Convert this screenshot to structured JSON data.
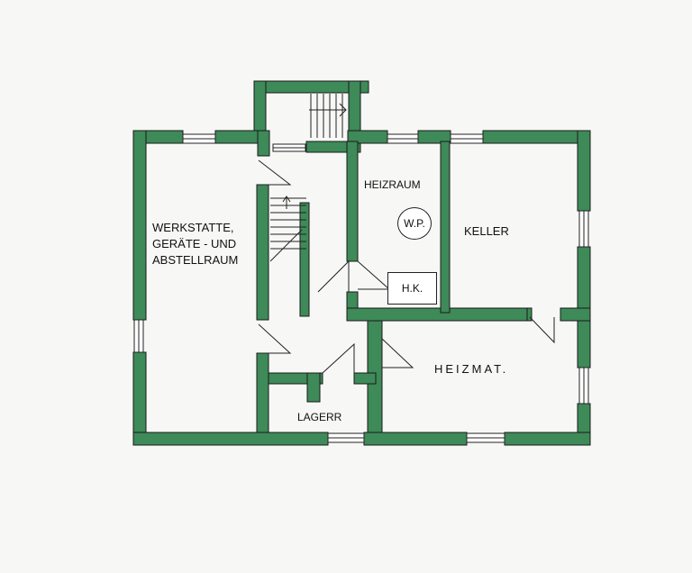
{
  "colors": {
    "wall": "#3e8a58",
    "wall_outline": "#1a1a1a",
    "background": "#f7f7f5"
  },
  "rooms": {
    "werkstatt": [
      "WERKSTATTE,",
      "GERÄTE  -  UND",
      "ABSTELLRAUM"
    ],
    "heizraum": "HEIZRAUM",
    "keller": "KELLER",
    "heizmat": "HEIZMAT.",
    "lager": "LAGERR"
  },
  "fixtures": {
    "wp": "W.P.",
    "hk": "H.K."
  },
  "icons": [
    "stair-arrow-icon",
    "door-swing-icon"
  ]
}
